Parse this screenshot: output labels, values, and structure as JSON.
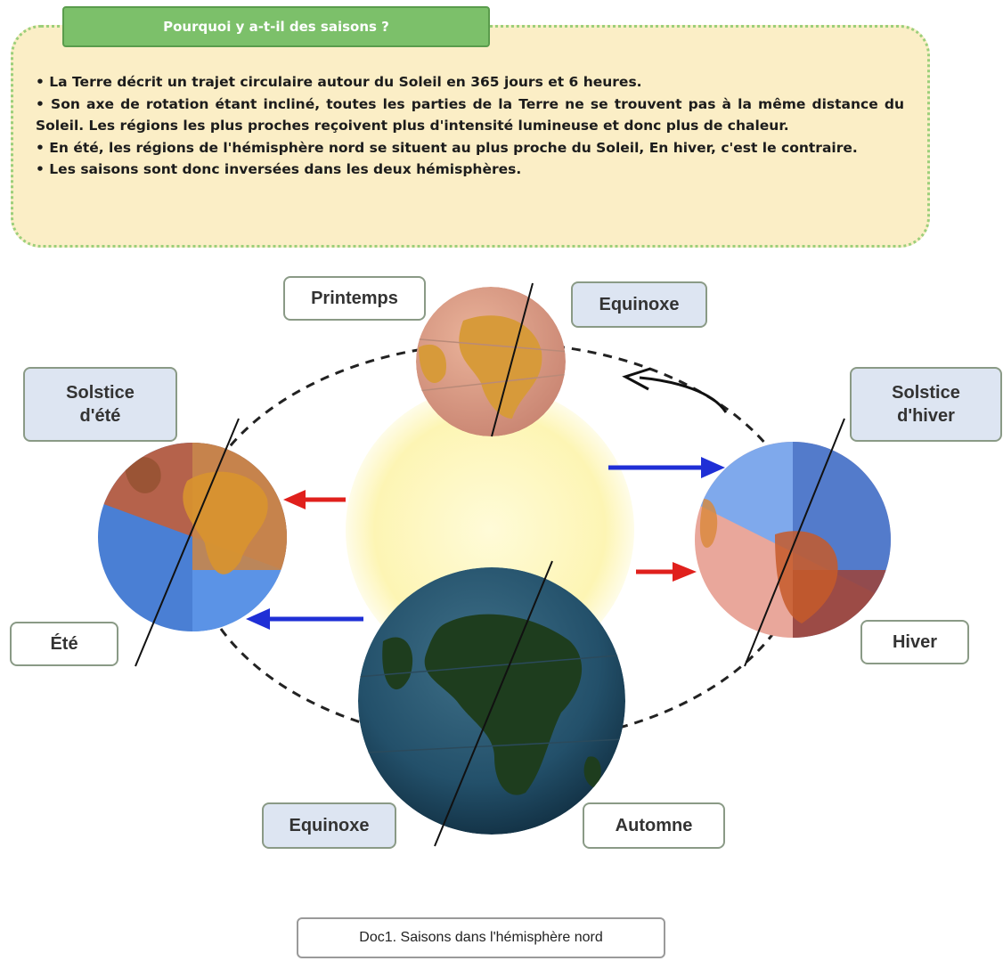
{
  "info": {
    "title": "Pourquoi y a-t-il des saisons ?",
    "bullets": [
      "• La Terre décrit un trajet circulaire autour du Soleil en 365 jours et 6 heures.",
      "• Son axe de rotation étant incliné, toutes les parties de la Terre ne se trouvent pas à la même distance du Soleil. Les régions les plus proches reçoivent plus d'intensité lumineuse et donc plus de chaleur.",
      "• En été, les régions de l'hémisphère nord se situent au plus proche du Soleil, En hiver, c'est le contraire.",
      "• Les saisons sont donc inversées dans les deux hémisphères."
    ]
  },
  "labels": {
    "printemps": "Printemps",
    "equinoxe_top": "Equinoxe",
    "solstice_ete": "Solstice d'été",
    "solstice_hiver": "Solstice d'hiver",
    "ete": "Été",
    "hiver": "Hiver",
    "equinoxe_bottom": "Equinoxe",
    "automne": "Automne"
  },
  "caption": "Doc1. Saisons dans l'hémisphère nord",
  "colors": {
    "info_background": "#fbeec6",
    "info_border": "#9ccf7a",
    "title_tab": "#7cc06a",
    "sun": "#fdf5b4",
    "hot_arrow": "#e0201c",
    "cold_arrow": "#1f2fd6",
    "label_blue": "#dde5f2"
  }
}
